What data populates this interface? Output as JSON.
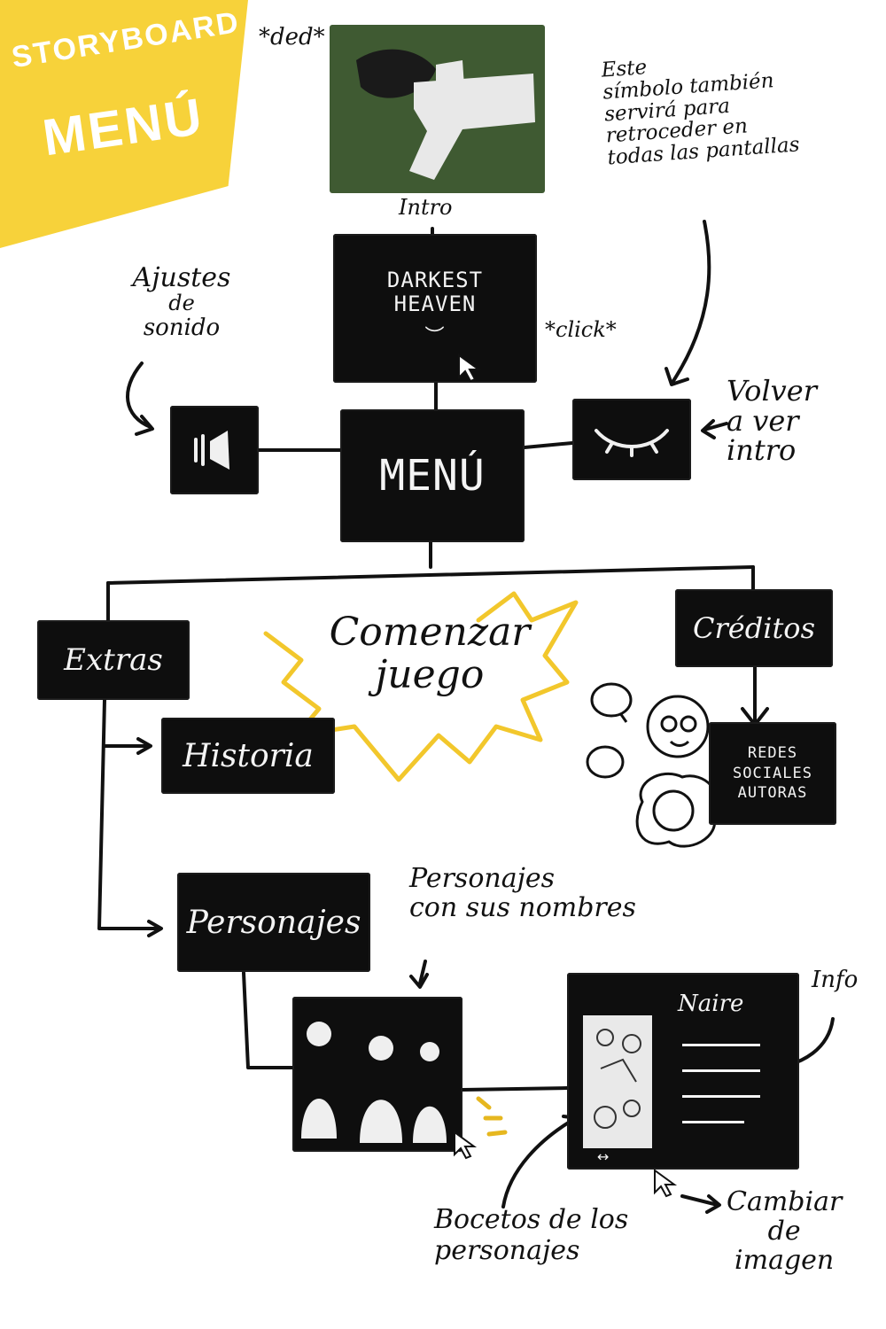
{
  "header": {
    "line1": "STORYBOARD",
    "line2": "MENÚ"
  },
  "sfx": {
    "ded": "*ded*",
    "click": "*click*"
  },
  "screens": {
    "intro_caption": "Intro",
    "title_line1": "DARKEST",
    "title_line2": "HEAVEN",
    "menu": "MENÚ",
    "extras": "Extras",
    "creditos": "Créditos",
    "historia": "Historia",
    "personajes": "Personajes",
    "redes_line1": "REDES",
    "redes_line2": "SOCIALES",
    "redes_line3": "AUTORAS",
    "naire": "Naire"
  },
  "notes": {
    "symbol_line1": "Este",
    "symbol_line2": "símbolo también",
    "symbol_line3": "servirá para",
    "symbol_line4": "retroceder en",
    "symbol_line5": "todas las pantallas",
    "ajustes_line1": "Ajustes",
    "ajustes_line2": "de",
    "ajustes_line3": "sonido",
    "volver_line1": "Volver",
    "volver_line2": "a ver",
    "volver_line3": "intro",
    "comenzar_line1": "Comenzar",
    "comenzar_line2": "juego",
    "pnombres_line1": "Personajes",
    "pnombres_line2": "con sus nombres",
    "info": "Info",
    "bocetos_line1": "Bocetos de los",
    "bocetos_line2": "personajes",
    "cambiar_line1": "Cambiar",
    "cambiar_line2": "de",
    "cambiar_line3": "imagen"
  },
  "colors": {
    "accent_yellow": "#f7d23a",
    "intro_green": "#3f5a32",
    "box_black": "#0e0e0e",
    "chalk_white": "#f4f4f4"
  },
  "icons": {
    "sound": "speaker-icon",
    "back": "closed-eye-icon",
    "cursor": "cursor-arrow-icon"
  }
}
